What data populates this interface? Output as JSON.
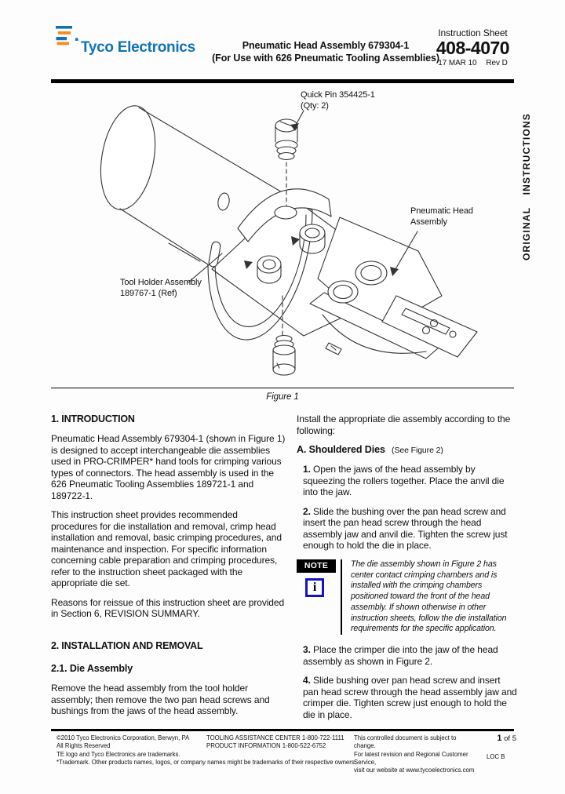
{
  "header": {
    "logo_text": "Tyco Electronics",
    "title_line1": "Pneumatic Head Assembly 679304-1",
    "title_line2": "(For Use with 626 Pneumatic Tooling Assemblies)",
    "sheet_label": "Instruction Sheet",
    "sheet_number": "408-4070",
    "date": "17 MAR 10",
    "rev": "Rev D"
  },
  "side_text": "ORIGINAL INSTRUCTIONS",
  "figure": {
    "caption": "Figure 1",
    "labels": {
      "quick_pin_line1": "Quick Pin 354425-1",
      "quick_pin_line2": "(Qty: 2)",
      "head_line1": "Pneumatic Head",
      "head_line2": "Assembly",
      "holder_line1": "Tool Holder Assembly",
      "holder_line2": "189767-1 (Ref)"
    }
  },
  "left_column": {
    "s1_heading": "1. INTRODUCTION",
    "p1": "Pneumatic Head Assembly 679304-1 (shown in Figure 1) is designed to accept interchangeable die assemblies used in PRO-CRIMPER* hand tools for crimping various types of connectors. The head assembly is used in the 626 Pneumatic Tooling Assemblies 189721-1 and 189722-1.",
    "p2": "This instruction sheet provides recommended procedures for die installation and removal, crimp head installation and removal, basic crimping procedures, and maintenance and inspection. For specific information concerning cable preparation and crimping procedures, refer to the instruction sheet packaged with the appropriate die set.",
    "p3": "Reasons for reissue of this instruction sheet are provided in Section 6, REVISION SUMMARY.",
    "s2_heading": "2. INSTALLATION AND REMOVAL",
    "s21_heading": "2.1. Die Assembly",
    "p4": "Remove the head assembly from the tool holder assembly; then remove the two pan head screws and bushings from the jaws of the head assembly."
  },
  "right_column": {
    "intro": "Install the appropriate die assembly according to the following:",
    "a_heading": "A. Shouldered Dies",
    "a_heading_note": "(See Figure 2)",
    "step1_num": "1.",
    "step1_text": "Open the jaws of the head assembly by squeezing the rollers together. Place the anvil die into the jaw.",
    "step2_num": "2.",
    "step2_text": "Slide the bushing over the pan head screw and insert the pan head screw through the head assembly jaw and anvil die. Tighten the screw just enough to hold the die in place.",
    "note_label": "NOTE",
    "note_icon_glyph": "i",
    "note_text": "The die assembly shown in Figure 2 has center contact crimping chambers and is installed with the crimping chambers positioned toward the front of the head assembly. If shown otherwise in other instruction sheets, follow the die installation requirements for the specific application.",
    "step3_num": "3.",
    "step3_text": "Place the crimper die into the jaw of the head assembly as shown in Figure 2.",
    "step4_num": "4.",
    "step4_text": "Slide bushing over pan head screw and insert pan head screw through the head assembly jaw and crimper die. Tighten screw just enough to hold the die in place."
  },
  "footer": {
    "copyright_line1": "©2010 Tyco Electronics Corporation, Berwyn, PA",
    "copyright_line2": "All Rights Reserved",
    "copyright_line3": "TE logo and Tyco Electronics are trademarks.",
    "trademark_line": "*Trademark.  Other products names, logos, or company names might be trademarks of their respective owners.",
    "contact_line1": "TOOLING ASSISTANCE CENTER 1-800-722-1111",
    "contact_line2": "PRODUCT INFORMATION 1-800-522-6752",
    "notice_line1": "This controlled document is subject to change.",
    "notice_line2": "For latest revision and Regional Customer Service,",
    "notice_line3": "visit our website at www.tycoelectronics.com",
    "page_current": "1",
    "page_rest": " of 5",
    "loc": "LOC B"
  },
  "colors": {
    "logo_blue": "#1173b5",
    "logo_orange": "#f68b1f",
    "note_border_blue": "#1313cc"
  }
}
